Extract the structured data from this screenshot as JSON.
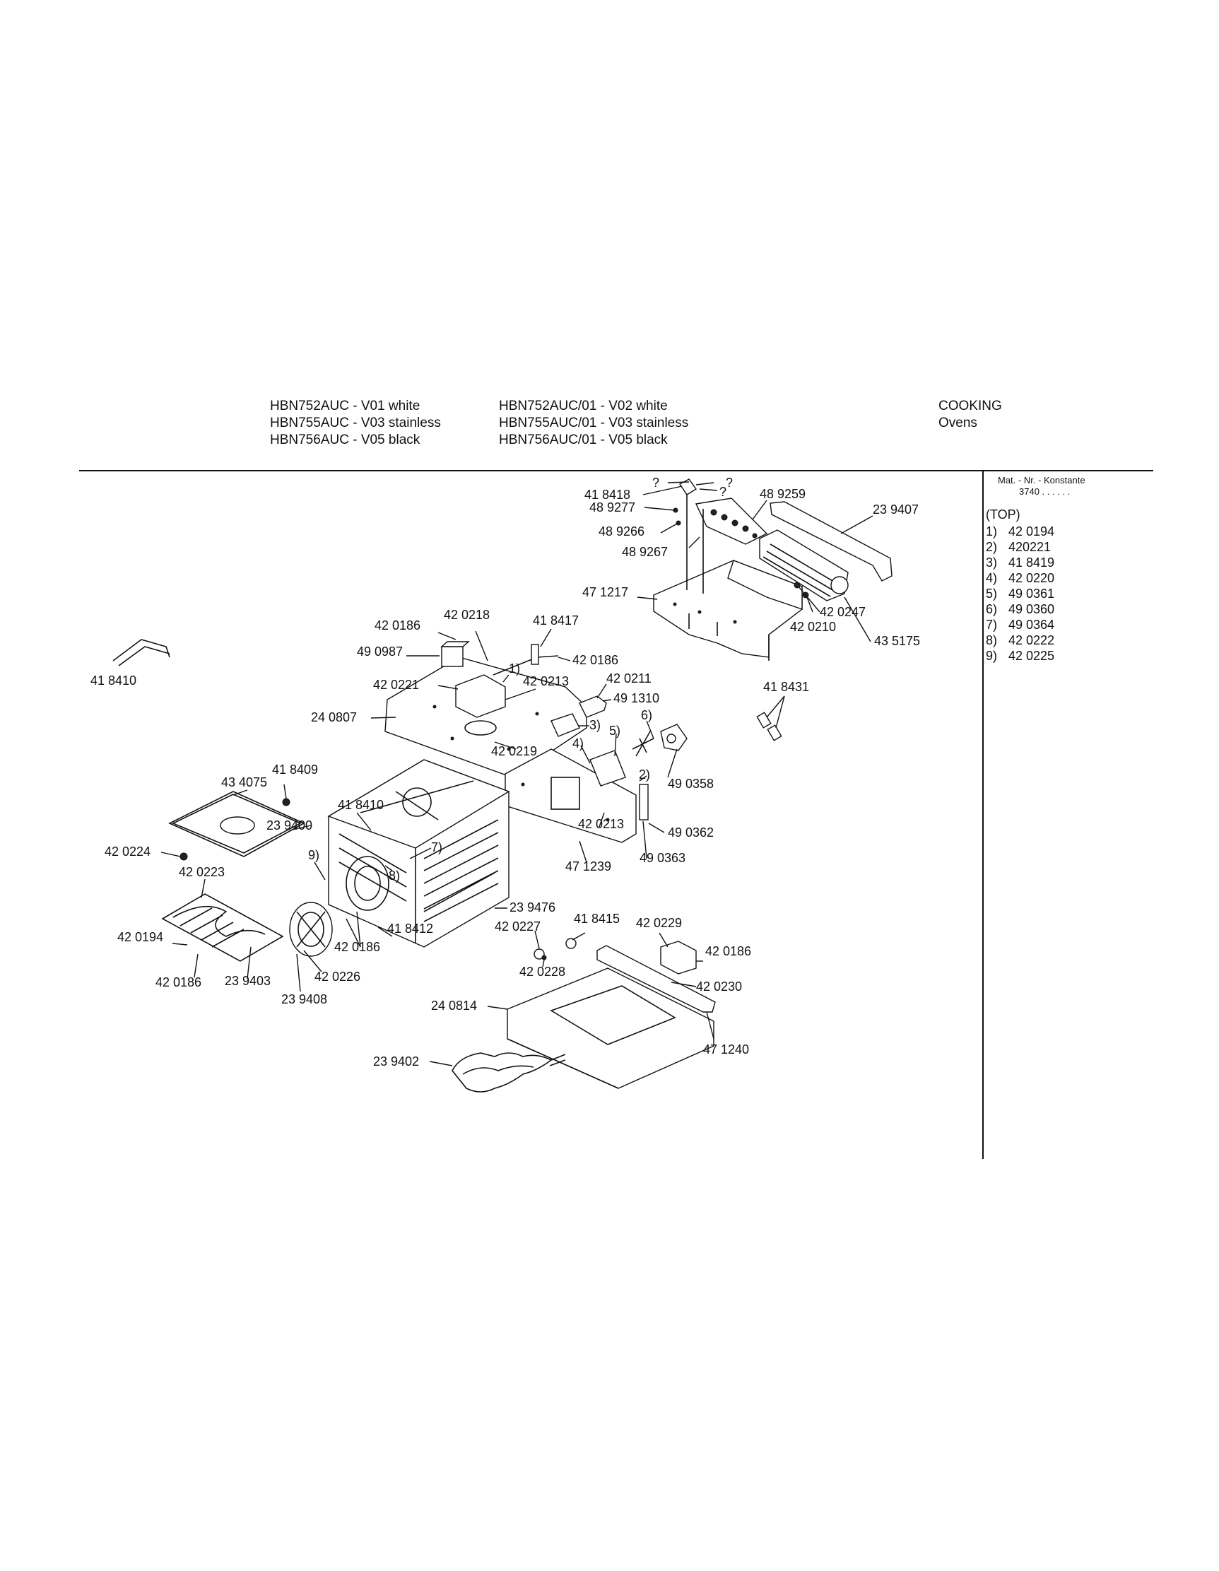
{
  "header": {
    "models_left": [
      "HBN752AUC - V01 white",
      "HBN755AUC - V03 stainless",
      "HBN756AUC - V05 black"
    ],
    "models_right": [
      "HBN752AUC/01 - V02 white",
      "HBN755AUC/01 - V03 stainless",
      "HBN756AUC/01 - V05 black"
    ],
    "category": "COOKING",
    "subcategory": "Ovens"
  },
  "sidebar": {
    "constant_label": "Mat. - Nr. - Konstante",
    "constant_value": "3740 . .   . . . .",
    "section": "(TOP)",
    "items": [
      {
        "num": "1)",
        "part": "42 0194"
      },
      {
        "num": "2)",
        "part": "420221"
      },
      {
        "num": "3)",
        "part": "41 8419"
      },
      {
        "num": "4)",
        "part": "42 0220"
      },
      {
        "num": "5)",
        "part": "49 0361"
      },
      {
        "num": "6)",
        "part": "49 0360"
      },
      {
        "num": "7)",
        "part": "49 0364"
      },
      {
        "num": "8)",
        "part": "42 0222"
      },
      {
        "num": "9)",
        "part": "42 0225"
      }
    ]
  },
  "diagram": {
    "labels": [
      "?",
      "? ",
      "?",
      "41 8418",
      "48 9277",
      "48 9266",
      "48 9267",
      "48 9259",
      "23 9407",
      "47 1217",
      "42 0247",
      "43 5175",
      "42 0210",
      "41 8410",
      "42 0186",
      "42 0218",
      "41 8417",
      "49 0987",
      "42 0186",
      "42 0221",
      "42 0213",
      "42 0211",
      "1)",
      "49 1310",
      "24 0807",
      "3)",
      "42 0219",
      "6)",
      "5)",
      "4)",
      "2)",
      "41 8431",
      "49 0358",
      "41 8409",
      "43 4075",
      "41 8410",
      "23 9400",
      "42 0213",
      "49 0362",
      "42 0224",
      "9)",
      "7)",
      "8)",
      "49 0363",
      "47 1239",
      "42 0223",
      "23 9476",
      "42 0227",
      "41 8415",
      "42 0229",
      "41 8412",
      "42 0194",
      "42 0186",
      "42 0186",
      "42 0228",
      "42 0226",
      "42 0186",
      "23 9403",
      "42 0230",
      "23 9408",
      "24 0814",
      "47 1240",
      "23 9402"
    ]
  }
}
